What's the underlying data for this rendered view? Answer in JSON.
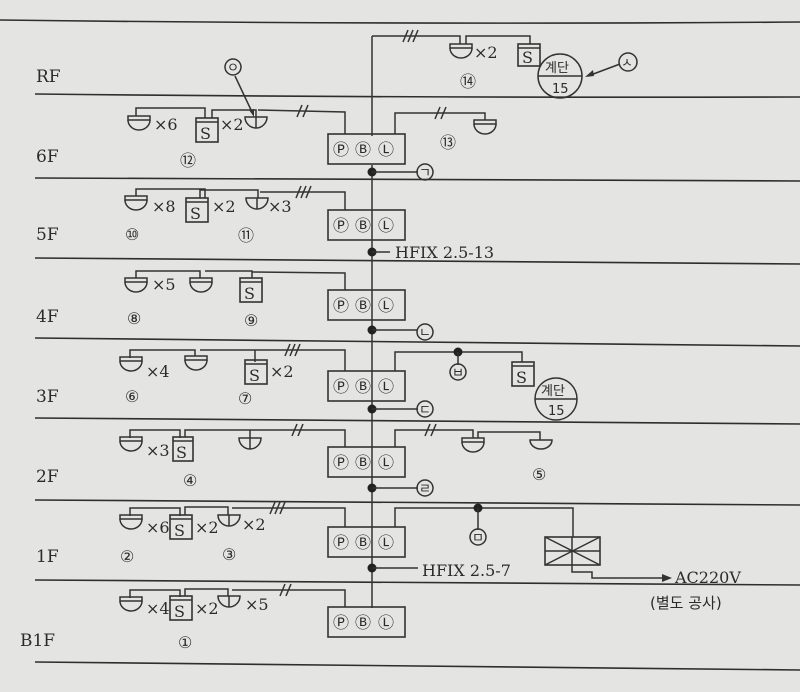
{
  "floors": [
    "RF",
    "6F",
    "5F",
    "4F",
    "3F",
    "2F",
    "1F",
    "B1F"
  ],
  "panel": {
    "p": "Ⓟ",
    "b": "Ⓑ",
    "l": "Ⓛ"
  },
  "sensor_label": "S",
  "stair": {
    "top": "계단",
    "bottom": "15"
  },
  "rf": {
    "mul": "×2",
    "num": "⑭",
    "marker_s": "ㅅ"
  },
  "f6": {
    "mul_left": "×6",
    "mul_s": "×2",
    "num_left": "⑫",
    "num_right": "⑬",
    "marker_o": "ㅇ",
    "marker_g": "ㄱ"
  },
  "f5": {
    "mul_a": "×8",
    "mul_s": "×2",
    "mul_c": "×3",
    "num_a": "⑩",
    "num_b": "⑪",
    "cable": "HFIX 2.5-13"
  },
  "f4": {
    "mul_a": "×5",
    "num_a": "⑧",
    "num_b": "⑨",
    "marker_n": "ㄴ"
  },
  "f3": {
    "mul_a": "×4",
    "mul_s": "×2",
    "num_a": "⑥",
    "num_b": "⑦",
    "marker_b": "ㅂ",
    "marker_d": "ㄷ"
  },
  "f2": {
    "mul_a": "×3",
    "num_a": "④",
    "num_b": "⑤",
    "marker_r": "ㄹ"
  },
  "f1": {
    "mul_a": "×6",
    "mul_s": "×2",
    "mul_c": "×2",
    "num_a": "②",
    "num_b": "③",
    "marker_m": "ㅁ",
    "cable": "HFIX 2.5-7",
    "power": "AC220V",
    "power_note": "(별도 공사)"
  },
  "b1": {
    "mul_a": "×4",
    "mul_s": "×2",
    "mul_c": "×5",
    "num_a": "①"
  }
}
